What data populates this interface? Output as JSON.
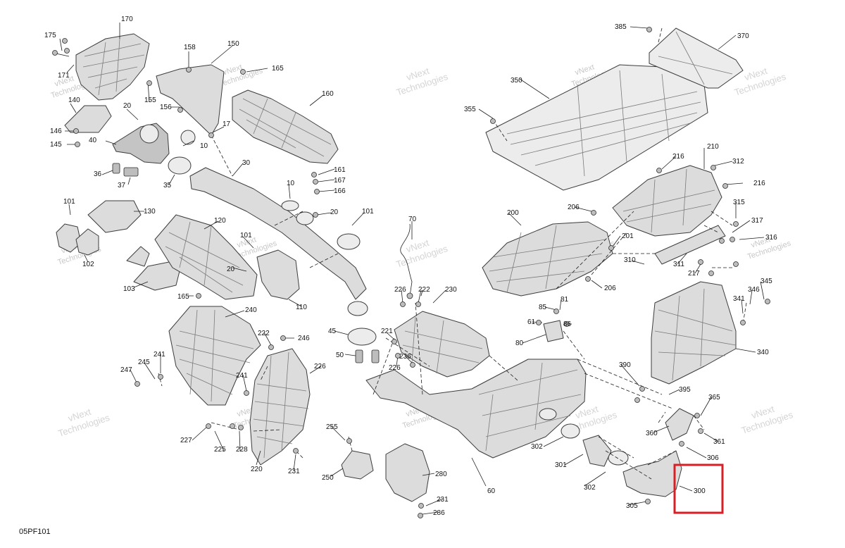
{
  "diagram_ref": "05PF101",
  "watermark": {
    "line1": "vNext",
    "line2": "Technologies"
  },
  "highlight": {
    "callout": "300",
    "color": "#d81f26"
  },
  "callouts": [
    "175",
    "170",
    "171",
    "158",
    "150",
    "165",
    "160",
    "140",
    "20",
    "155",
    "156",
    "17",
    "146",
    "145",
    "40",
    "10",
    "36",
    "37",
    "35",
    "30",
    "161",
    "167",
    "166",
    "101",
    "130",
    "120",
    "102",
    "101",
    "103",
    "20",
    "110",
    "10",
    "20",
    "101",
    "165",
    "240",
    "70",
    "226",
    "222",
    "230",
    "45",
    "50",
    "221",
    "226",
    "236",
    "222",
    "246",
    "241",
    "245",
    "247",
    "241",
    "226",
    "227",
    "225",
    "228",
    "220",
    "231",
    "255",
    "250",
    "280",
    "231",
    "286",
    "60",
    "385",
    "370",
    "350",
    "355",
    "216",
    "210",
    "312",
    "216",
    "206",
    "201",
    "200",
    "315",
    "317",
    "316",
    "310",
    "311",
    "217",
    "206",
    "85",
    "81",
    "61",
    "86",
    "80",
    "345",
    "341",
    "346",
    "340",
    "390",
    "395",
    "365",
    "360",
    "361",
    "306",
    "302",
    "301",
    "302",
    "300",
    "305"
  ]
}
